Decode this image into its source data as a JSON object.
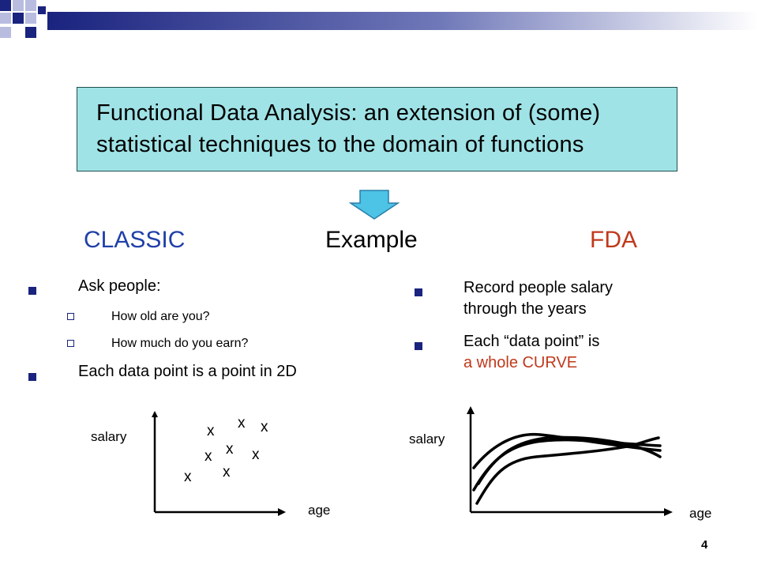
{
  "slide": {
    "title_line1": "Functional Data Analysis: an extension of (some)",
    "title_line2": "statistical techniques to the domain of functions",
    "headings": {
      "left": "CLASSIC",
      "center": "Example",
      "right": "FDA"
    },
    "left": {
      "bullet1": "Ask people:",
      "sub1": "How old are you?",
      "sub2": "How much do you earn?",
      "bullet2": "Each data point is a point in 2D"
    },
    "right": {
      "bullet1_line1": "Record people salary",
      "bullet1_line2": "through the years",
      "bullet2_line1": "Each “data point” is",
      "bullet2_line2": "a whole CURVE"
    },
    "left_plot": {
      "ylabel": "salary",
      "xlabel": "age",
      "marker": "x"
    },
    "right_plot": {
      "ylabel": "salary",
      "xlabel": "age"
    },
    "page_number": "4"
  },
  "colors": {
    "title_box": "#9fe3e6",
    "heading_blue": "#1f3fa8",
    "heading_red": "#c0391b",
    "bullet": "#1a237e",
    "arrow": "#4dc3e6"
  }
}
